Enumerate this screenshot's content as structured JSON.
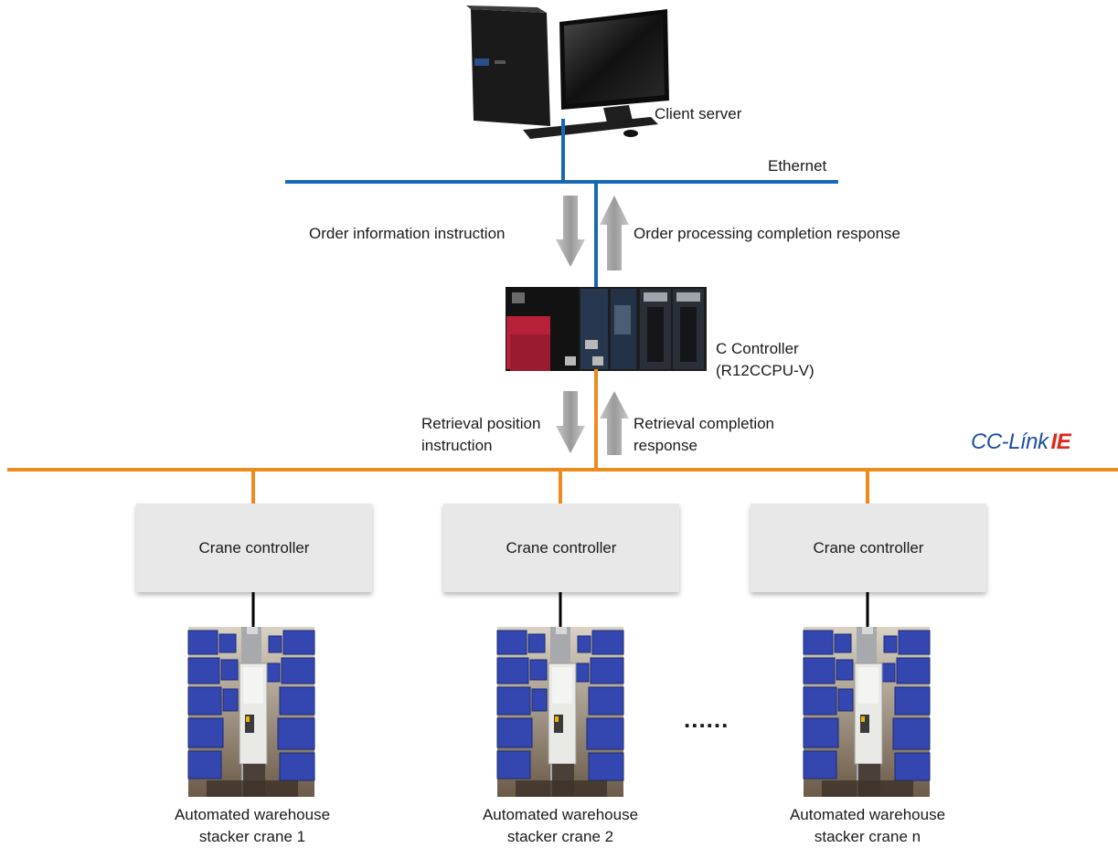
{
  "labels": {
    "client_server": "Client server",
    "ethernet": "Ethernet",
    "order_info": "Order information instruction",
    "order_processing": "Order processing completion response",
    "controller_line1": "C Controller",
    "controller_line2": "(R12CCPU-V)",
    "retrieval_pos_1": "Retrieval position",
    "retrieval_pos_2": "instruction",
    "retrieval_comp_1": "Retrieval completion",
    "retrieval_comp_2": "response",
    "ellipsis": "......"
  },
  "network_logo": {
    "prefix": "CC-Línk",
    "suffix": "IE"
  },
  "cranes": [
    {
      "controller": "Crane controller",
      "caption_1": "Automated warehouse",
      "caption_2": "stacker crane 1"
    },
    {
      "controller": "Crane controller",
      "caption_1": "Automated warehouse",
      "caption_2": "stacker crane 2"
    },
    {
      "controller": "Crane controller",
      "caption_1": "Automated warehouse",
      "caption_2": "stacker crane n"
    }
  ],
  "colors": {
    "ethernet_line": "#1769b8",
    "cclink_line": "#ee8a1e",
    "arrow": "#a9a9a9",
    "box": "#e8e8e8"
  },
  "icons": [
    "desktop-computer-icon",
    "plc-controller-icon",
    "stacker-crane-photo-icon"
  ]
}
